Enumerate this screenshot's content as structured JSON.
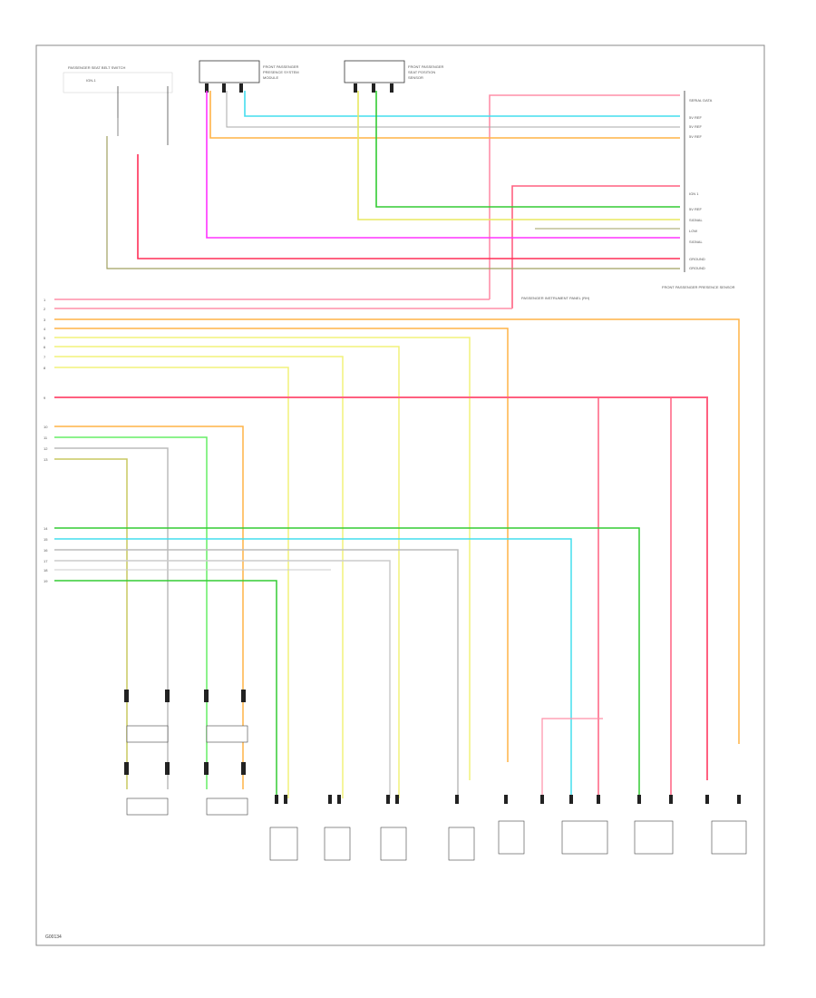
{
  "figure_code": "G00134",
  "sections": {
    "passenger_instrument_panel": "PASSENGER INSTRUMENT PANEL (RH)",
    "front_passenger_seat_sensor": "FRONT PASSENGER PRESENCE SENSOR"
  },
  "colors": {
    "pink": "#ff8fa8",
    "red": "#ff2f57",
    "cyan": "#44ddee",
    "orange": "#ffb347",
    "yellow": "#f2f27a",
    "green": "#33cc33",
    "light_green": "#66ee66",
    "magenta": "#ff33ff",
    "gray": "#999999",
    "olive": "#a0a060",
    "frame": "#999999"
  }
}
